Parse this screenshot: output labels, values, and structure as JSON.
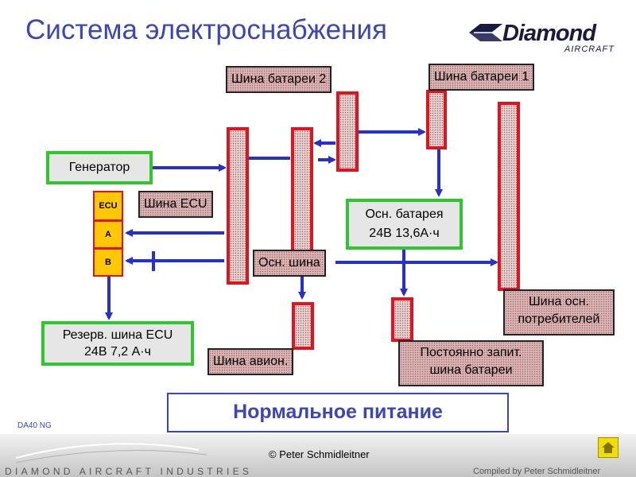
{
  "title": "Система электроснабжения",
  "logo": {
    "brand": "Diamond",
    "sub": "AIRCRAFT"
  },
  "labels": {
    "battery_bus_2": "Шина батареи 2",
    "battery_bus_1": "Шина батареи 1",
    "generator": "Генератор",
    "ecu_bus": "Шина ECU",
    "ecu": "ECU",
    "ecu_a": "A",
    "ecu_b": "B",
    "main_battery_line1": "Осн. батарея",
    "main_battery_line2": "24В 13,6А·ч",
    "main_bus": "Осн. шина",
    "main_consumers_line1": "Шина осн.",
    "main_consumers_line2": "потребителей",
    "backup_ecu_line1": "Резерв. шина ECU",
    "backup_ecu_line2": "24В 7,2 А·ч",
    "avionics_bus": "Шина авион.",
    "hot_bus_line1": "Постоянно запит.",
    "hot_bus_line2": "шина батареи"
  },
  "mode": "Нормальное питание",
  "footer": {
    "model": "DA40 NG",
    "copyright": "© Peter Schmidleitner",
    "industry": "DIAMOND AIRCRAFT INDUSTRIES",
    "compiled": "Compiled by Peter Schmidleitner",
    "home_icon": "home-icon"
  },
  "colors": {
    "arrow": "#2430d2",
    "bus_border": "#e0141e",
    "source_border": "#2ec82e",
    "title": "#3c46b4"
  }
}
